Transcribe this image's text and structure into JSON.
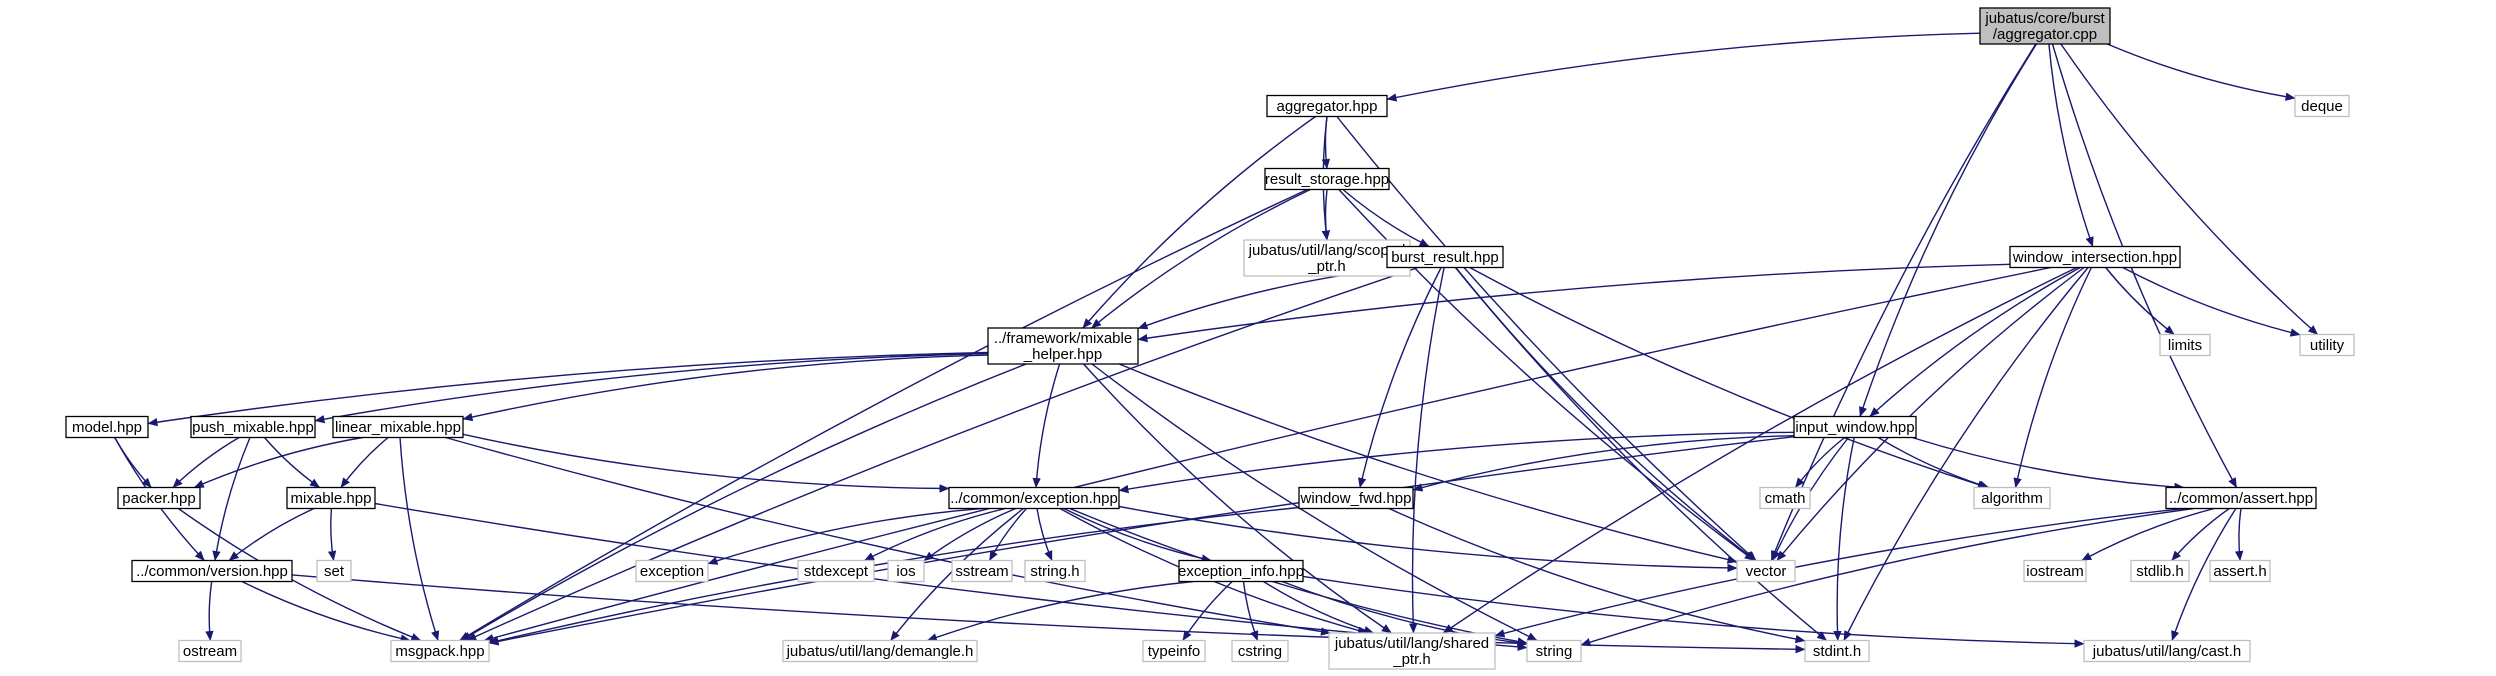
{
  "colors": {
    "edge": "#191970",
    "focus_fill": "#bfbfbf",
    "focus_stroke": "#000000",
    "project_stroke": "#000000",
    "external_stroke": "#bfbfbf",
    "node_fill": "#ffffff",
    "text": "#000000"
  },
  "nodes": [
    {
      "id": "aggregator_cpp",
      "lines": [
        "jubatus/core/burst",
        "/aggregator.cpp"
      ],
      "kind": "focus"
    },
    {
      "id": "aggregator_hpp",
      "lines": [
        "aggregator.hpp"
      ],
      "kind": "project"
    },
    {
      "id": "deque",
      "lines": [
        "deque"
      ],
      "kind": "external"
    },
    {
      "id": "result_storage_hpp",
      "lines": [
        "result_storage.hpp"
      ],
      "kind": "project"
    },
    {
      "id": "scoped_ptr_h",
      "lines": [
        "jubatus/util/lang/scoped",
        "_ptr.h"
      ],
      "kind": "external"
    },
    {
      "id": "burst_result_hpp",
      "lines": [
        "burst_result.hpp"
      ],
      "kind": "project"
    },
    {
      "id": "window_intersection_hpp",
      "lines": [
        "window_intersection.hpp"
      ],
      "kind": "project"
    },
    {
      "id": "mixable_helper_hpp",
      "lines": [
        "../framework/mixable",
        "_helper.hpp"
      ],
      "kind": "project"
    },
    {
      "id": "limits",
      "lines": [
        "limits"
      ],
      "kind": "external"
    },
    {
      "id": "utility",
      "lines": [
        "utility"
      ],
      "kind": "external"
    },
    {
      "id": "model_hpp",
      "lines": [
        "model.hpp"
      ],
      "kind": "project"
    },
    {
      "id": "push_mixable_hpp",
      "lines": [
        "push_mixable.hpp"
      ],
      "kind": "project"
    },
    {
      "id": "linear_mixable_hpp",
      "lines": [
        "linear_mixable.hpp"
      ],
      "kind": "project"
    },
    {
      "id": "input_window_hpp",
      "lines": [
        "input_window.hpp"
      ],
      "kind": "project"
    },
    {
      "id": "packer_hpp",
      "lines": [
        "packer.hpp"
      ],
      "kind": "project"
    },
    {
      "id": "mixable_hpp",
      "lines": [
        "mixable.hpp"
      ],
      "kind": "project"
    },
    {
      "id": "exception_hpp",
      "lines": [
        "../common/exception.hpp"
      ],
      "kind": "project"
    },
    {
      "id": "window_fwd_hpp",
      "lines": [
        "window_fwd.hpp"
      ],
      "kind": "project"
    },
    {
      "id": "cmath",
      "lines": [
        "cmath"
      ],
      "kind": "external"
    },
    {
      "id": "algorithm",
      "lines": [
        "algorithm"
      ],
      "kind": "external"
    },
    {
      "id": "assert_hpp",
      "lines": [
        "../common/assert.hpp"
      ],
      "kind": "project"
    },
    {
      "id": "set",
      "lines": [
        "set"
      ],
      "kind": "external"
    },
    {
      "id": "version_hpp",
      "lines": [
        "../common/version.hpp"
      ],
      "kind": "project"
    },
    {
      "id": "exception",
      "lines": [
        "exception"
      ],
      "kind": "external"
    },
    {
      "id": "stdexcept",
      "lines": [
        "stdexcept"
      ],
      "kind": "external"
    },
    {
      "id": "ios",
      "lines": [
        "ios"
      ],
      "kind": "external"
    },
    {
      "id": "sstream",
      "lines": [
        "sstream"
      ],
      "kind": "external"
    },
    {
      "id": "string_h",
      "lines": [
        "string.h"
      ],
      "kind": "external"
    },
    {
      "id": "exception_info_hpp",
      "lines": [
        "exception_info.hpp"
      ],
      "kind": "project"
    },
    {
      "id": "vector",
      "lines": [
        "vector"
      ],
      "kind": "external"
    },
    {
      "id": "iostream",
      "lines": [
        "iostream"
      ],
      "kind": "external"
    },
    {
      "id": "stdlib_h",
      "lines": [
        "stdlib.h"
      ],
      "kind": "external"
    },
    {
      "id": "assert_h",
      "lines": [
        "assert.h"
      ],
      "kind": "external"
    },
    {
      "id": "ostream",
      "lines": [
        "ostream"
      ],
      "kind": "external"
    },
    {
      "id": "msgpack_hpp",
      "lines": [
        "msgpack.hpp"
      ],
      "kind": "external"
    },
    {
      "id": "demangle_h",
      "lines": [
        "jubatus/util/lang/demangle.h"
      ],
      "kind": "external"
    },
    {
      "id": "typeinfo",
      "lines": [
        "typeinfo"
      ],
      "kind": "external"
    },
    {
      "id": "cstring",
      "lines": [
        "cstring"
      ],
      "kind": "external"
    },
    {
      "id": "shared_ptr_h",
      "lines": [
        "jubatus/util/lang/shared",
        "_ptr.h"
      ],
      "kind": "external"
    },
    {
      "id": "string",
      "lines": [
        "string"
      ],
      "kind": "external"
    },
    {
      "id": "stdint_h",
      "lines": [
        "stdint.h"
      ],
      "kind": "external"
    },
    {
      "id": "cast_h",
      "lines": [
        "jubatus/util/lang/cast.h"
      ],
      "kind": "external"
    }
  ],
  "edges": [
    [
      "aggregator_cpp",
      "aggregator_hpp"
    ],
    [
      "aggregator_cpp",
      "deque"
    ],
    [
      "aggregator_cpp",
      "window_intersection_hpp"
    ],
    [
      "aggregator_cpp",
      "utility"
    ],
    [
      "aggregator_cpp",
      "input_window_hpp"
    ],
    [
      "aggregator_cpp",
      "assert_hpp"
    ],
    [
      "aggregator_cpp",
      "vector"
    ],
    [
      "aggregator_hpp",
      "result_storage_hpp"
    ],
    [
      "aggregator_hpp",
      "scoped_ptr_h"
    ],
    [
      "aggregator_hpp",
      "mixable_helper_hpp"
    ],
    [
      "aggregator_hpp",
      "vector"
    ],
    [
      "result_storage_hpp",
      "scoped_ptr_h"
    ],
    [
      "result_storage_hpp",
      "burst_result_hpp"
    ],
    [
      "result_storage_hpp",
      "mixable_helper_hpp"
    ],
    [
      "result_storage_hpp",
      "msgpack_hpp"
    ],
    [
      "result_storage_hpp",
      "vector"
    ],
    [
      "burst_result_hpp",
      "mixable_helper_hpp"
    ],
    [
      "burst_result_hpp",
      "msgpack_hpp"
    ],
    [
      "burst_result_hpp",
      "window_fwd_hpp"
    ],
    [
      "burst_result_hpp",
      "algorithm"
    ],
    [
      "burst_result_hpp",
      "vector"
    ],
    [
      "burst_result_hpp",
      "shared_ptr_h"
    ],
    [
      "burst_result_hpp",
      "stdint_h"
    ],
    [
      "window_intersection_hpp",
      "mixable_helper_hpp"
    ],
    [
      "window_intersection_hpp",
      "msgpack_hpp"
    ],
    [
      "window_intersection_hpp",
      "input_window_hpp"
    ],
    [
      "window_intersection_hpp",
      "limits"
    ],
    [
      "window_intersection_hpp",
      "utility"
    ],
    [
      "window_intersection_hpp",
      "algorithm"
    ],
    [
      "window_intersection_hpp",
      "vector"
    ],
    [
      "window_intersection_hpp",
      "shared_ptr_h"
    ],
    [
      "window_intersection_hpp",
      "stdint_h"
    ],
    [
      "mixable_helper_hpp",
      "model_hpp"
    ],
    [
      "mixable_helper_hpp",
      "push_mixable_hpp"
    ],
    [
      "mixable_helper_hpp",
      "linear_mixable_hpp"
    ],
    [
      "mixable_helper_hpp",
      "exception_hpp"
    ],
    [
      "mixable_helper_hpp",
      "msgpack_hpp"
    ],
    [
      "mixable_helper_hpp",
      "vector"
    ],
    [
      "mixable_helper_hpp",
      "string"
    ],
    [
      "mixable_helper_hpp",
      "shared_ptr_h"
    ],
    [
      "model_hpp",
      "packer_hpp"
    ],
    [
      "model_hpp",
      "version_hpp"
    ],
    [
      "push_mixable_hpp",
      "packer_hpp"
    ],
    [
      "push_mixable_hpp",
      "mixable_hpp"
    ],
    [
      "push_mixable_hpp",
      "version_hpp"
    ],
    [
      "linear_mixable_hpp",
      "packer_hpp"
    ],
    [
      "linear_mixable_hpp",
      "mixable_hpp"
    ],
    [
      "linear_mixable_hpp",
      "exception_hpp"
    ],
    [
      "linear_mixable_hpp",
      "msgpack_hpp"
    ],
    [
      "linear_mixable_hpp",
      "shared_ptr_h"
    ],
    [
      "input_window_hpp",
      "window_fwd_hpp"
    ],
    [
      "input_window_hpp",
      "exception_hpp"
    ],
    [
      "input_window_hpp",
      "msgpack_hpp"
    ],
    [
      "input_window_hpp",
      "cmath"
    ],
    [
      "input_window_hpp",
      "algorithm"
    ],
    [
      "input_window_hpp",
      "assert_hpp"
    ],
    [
      "input_window_hpp",
      "vector"
    ],
    [
      "input_window_hpp",
      "stdint_h"
    ],
    [
      "packer_hpp",
      "msgpack_hpp"
    ],
    [
      "mixable_hpp",
      "set"
    ],
    [
      "mixable_hpp",
      "version_hpp"
    ],
    [
      "mixable_hpp",
      "string"
    ],
    [
      "exception_hpp",
      "exception"
    ],
    [
      "exception_hpp",
      "stdexcept"
    ],
    [
      "exception_hpp",
      "ios"
    ],
    [
      "exception_hpp",
      "sstream"
    ],
    [
      "exception_hpp",
      "string_h"
    ],
    [
      "exception_hpp",
      "exception_info_hpp"
    ],
    [
      "exception_hpp",
      "vector"
    ],
    [
      "exception_hpp",
      "demangle_h"
    ],
    [
      "exception_hpp",
      "shared_ptr_h"
    ],
    [
      "exception_hpp",
      "string"
    ],
    [
      "window_fwd_hpp",
      "msgpack_hpp"
    ],
    [
      "window_fwd_hpp",
      "stdint_h"
    ],
    [
      "assert_hpp",
      "iostream"
    ],
    [
      "assert_hpp",
      "stdlib_h"
    ],
    [
      "assert_hpp",
      "assert_h"
    ],
    [
      "assert_hpp",
      "cast_h"
    ],
    [
      "assert_hpp",
      "string"
    ],
    [
      "assert_hpp",
      "shared_ptr_h"
    ],
    [
      "version_hpp",
      "ostream"
    ],
    [
      "version_hpp",
      "msgpack_hpp"
    ],
    [
      "version_hpp",
      "stdint_h"
    ],
    [
      "exception_info_hpp",
      "typeinfo"
    ],
    [
      "exception_info_hpp",
      "cstring"
    ],
    [
      "exception_info_hpp",
      "demangle_h"
    ],
    [
      "exception_info_hpp",
      "shared_ptr_h"
    ],
    [
      "exception_info_hpp",
      "string"
    ],
    [
      "exception_info_hpp",
      "cast_h"
    ]
  ]
}
